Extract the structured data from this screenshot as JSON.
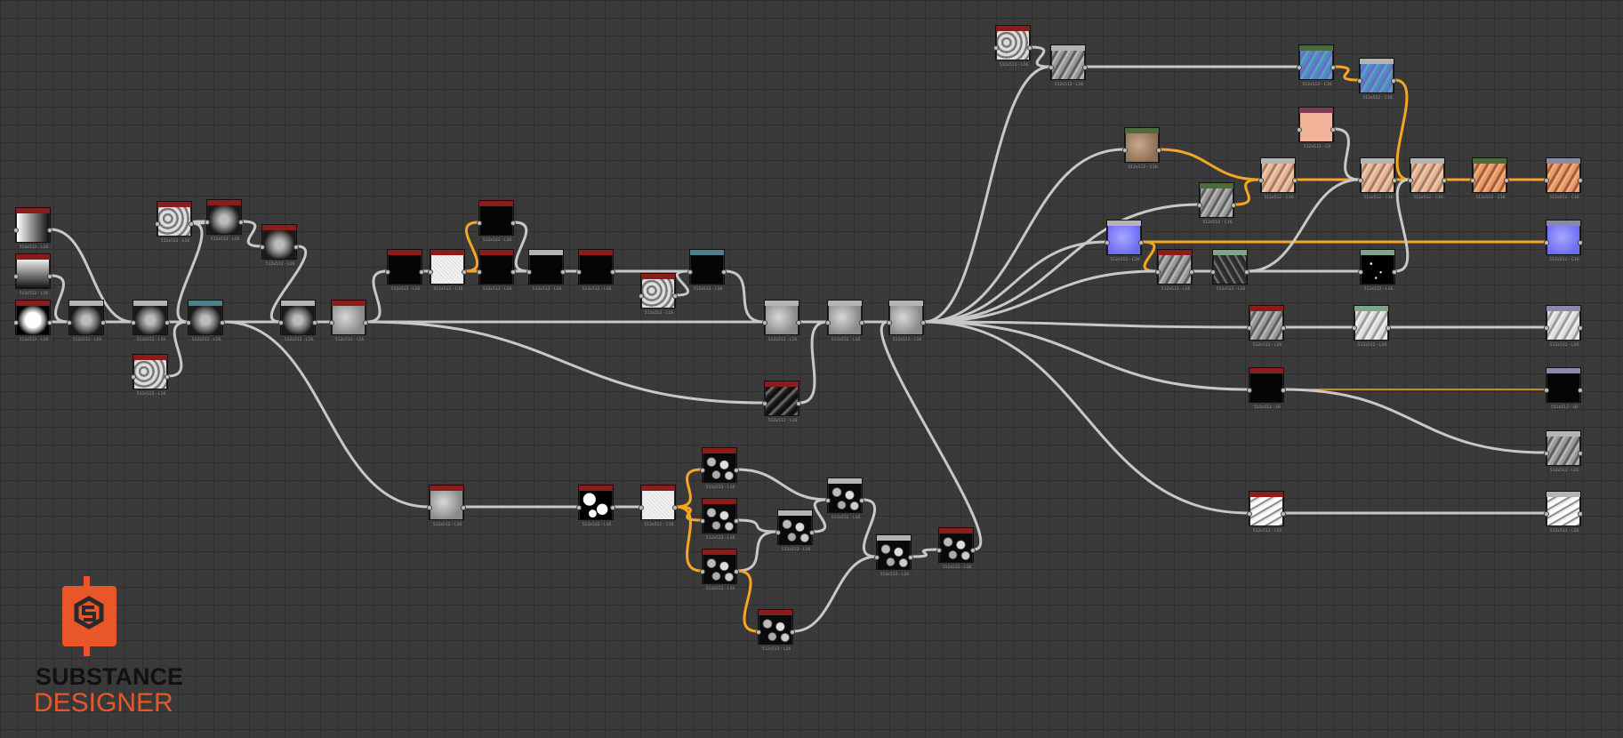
{
  "app": {
    "name_line1": "SUBSTANCE",
    "name_line2": "DESIGNER"
  },
  "colors": {
    "accent": "#e8562a",
    "wire": "#c8c8c8",
    "wire_active": "#f5a623",
    "hdr_red": "#8c1c1c",
    "hdr_gray": "#b4b4b4",
    "hdr_teal": "#4f7f8a",
    "hdr_green": "#4c6b3a",
    "hdr_mint": "#7fa488",
    "hdr_purple": "#8a8aa8",
    "hdr_rose": "#7a4050"
  },
  "nodes": [
    {
      "id": "n1",
      "label": "512x512 - L16",
      "hdr": "red",
      "thumb": "grad-h"
    },
    {
      "id": "n2",
      "label": "512x512 - L16",
      "hdr": "red",
      "thumb": "grad-v"
    },
    {
      "id": "n3",
      "label": "512x512 - L16",
      "hdr": "red",
      "thumb": "blob-white"
    },
    {
      "id": "n4",
      "label": "512x512 - L16",
      "hdr": "gray",
      "thumb": "blob-gray"
    },
    {
      "id": "n5",
      "label": "512x512 - L16",
      "hdr": "gray",
      "thumb": "blob-gray"
    },
    {
      "id": "n6",
      "label": "512x512 - L16",
      "hdr": "teal",
      "thumb": "blob-gray"
    },
    {
      "id": "n7",
      "label": "512x512 - L16",
      "hdr": "red",
      "thumb": "noise"
    },
    {
      "id": "n8",
      "label": "512x512 - L16",
      "hdr": "red",
      "thumb": "noise"
    },
    {
      "id": "n9",
      "label": "512x512 - L16",
      "hdr": "red",
      "thumb": "blob-gray"
    },
    {
      "id": "n10",
      "label": "512x512 - L16",
      "hdr": "red",
      "thumb": "blob-gray"
    },
    {
      "id": "n11",
      "label": "512x512 - L16",
      "hdr": "gray",
      "thumb": "blob-gray"
    },
    {
      "id": "n12",
      "label": "512x512 - L16",
      "hdr": "red",
      "thumb": "cloud"
    },
    {
      "id": "n13",
      "label": "512x512 - L16",
      "hdr": "red",
      "thumb": "black"
    },
    {
      "id": "n14",
      "label": "512x512 - C16",
      "hdr": "red",
      "thumb": "white"
    },
    {
      "id": "n15",
      "label": "512x512 - L16",
      "hdr": "red",
      "thumb": "black"
    },
    {
      "id": "n16",
      "label": "512x512 - L16",
      "hdr": "red",
      "thumb": "black"
    },
    {
      "id": "n17",
      "label": "512x512 - L16",
      "hdr": "gray",
      "thumb": "black"
    },
    {
      "id": "n18",
      "label": "512x512 - L16",
      "hdr": "red",
      "thumb": "black"
    },
    {
      "id": "n19",
      "label": "512x512 - L16",
      "hdr": "red",
      "thumb": "noise"
    },
    {
      "id": "n20",
      "label": "512x512 - L16",
      "hdr": "teal",
      "thumb": "black"
    },
    {
      "id": "n21",
      "label": "512x512 - L16",
      "hdr": "gray",
      "thumb": "cloud"
    },
    {
      "id": "n22",
      "label": "512x512 - L16",
      "hdr": "gray",
      "thumb": "cloud"
    },
    {
      "id": "n23",
      "label": "512x512 - L16",
      "hdr": "gray",
      "thumb": "cloud"
    },
    {
      "id": "n24",
      "label": "512x512 - L16",
      "hdr": "red",
      "thumb": "rock-dark"
    },
    {
      "id": "n25",
      "label": "512x512 - L16",
      "hdr": "red",
      "thumb": "cloud"
    },
    {
      "id": "n26",
      "label": "512x512 - L16",
      "hdr": "red",
      "thumb": "spots"
    },
    {
      "id": "n27",
      "label": "512x512 - C16",
      "hdr": "red",
      "thumb": "white"
    },
    {
      "id": "n28",
      "label": "512x512 - L16",
      "hdr": "red",
      "thumb": "rocks"
    },
    {
      "id": "n29",
      "label": "512x512 - L16",
      "hdr": "red",
      "thumb": "rocks"
    },
    {
      "id": "n30",
      "label": "512x512 - L16",
      "hdr": "red",
      "thumb": "rocks"
    },
    {
      "id": "n31",
      "label": "512x512 - L16",
      "hdr": "gray",
      "thumb": "rocks"
    },
    {
      "id": "n32",
      "label": "512x512 - L16",
      "hdr": "gray",
      "thumb": "rocks"
    },
    {
      "id": "n33",
      "label": "512x512 - L16",
      "hdr": "gray",
      "thumb": "rocks"
    },
    {
      "id": "n34",
      "label": "512x512 - L16",
      "hdr": "red",
      "thumb": "rocks"
    },
    {
      "id": "n35",
      "label": "512x512 - L16",
      "hdr": "red",
      "thumb": "rocks"
    },
    {
      "id": "n36",
      "label": "512x512 - L16",
      "hdr": "red",
      "thumb": "noise"
    },
    {
      "id": "n37",
      "label": "512x512 - L16",
      "hdr": "gray",
      "thumb": "rock-gray"
    },
    {
      "id": "n38",
      "label": "512x512 - C16",
      "hdr": "green",
      "thumb": "tan"
    },
    {
      "id": "n39",
      "label": "512x512 - C16",
      "hdr": "green",
      "thumb": "blue-rock"
    },
    {
      "id": "n40",
      "label": "512x512 - C16",
      "hdr": "gray",
      "thumb": "blue-rock"
    },
    {
      "id": "n41",
      "label": "512x512 - C8",
      "hdr": "rose",
      "thumb": "peach"
    },
    {
      "id": "n42",
      "label": "512x512 - C16",
      "hdr": "green",
      "thumb": "rock-gray"
    },
    {
      "id": "n43",
      "label": "512x512 - C16",
      "hdr": "gray",
      "thumb": "peach-rock"
    },
    {
      "id": "n44",
      "label": "512x512 - C16",
      "hdr": "gray",
      "thumb": "peach-rock"
    },
    {
      "id": "n45",
      "label": "512x512 - C16",
      "hdr": "gray",
      "thumb": "peach-rock"
    },
    {
      "id": "n46",
      "label": "512x512 - C16",
      "hdr": "green",
      "thumb": "orange-rock"
    },
    {
      "id": "n47",
      "label": "512x512 - C16",
      "hdr": "purple",
      "thumb": "orange-rock"
    },
    {
      "id": "n48",
      "label": "512x512 - C16",
      "hdr": "gray",
      "thumb": "normal"
    },
    {
      "id": "n49",
      "label": "512x512 - C16",
      "hdr": "purple",
      "thumb": "normal"
    },
    {
      "id": "n50",
      "label": "512x512 - L16",
      "hdr": "red",
      "thumb": "rock-gray"
    },
    {
      "id": "n51",
      "label": "512x512 - L16",
      "hdr": "mint",
      "thumb": "rock-dark2"
    },
    {
      "id": "n52",
      "label": "512x512 - L16",
      "hdr": "mint",
      "thumb": "speck"
    },
    {
      "id": "n53",
      "label": "512x512 - L16",
      "hdr": "red",
      "thumb": "rock-gray"
    },
    {
      "id": "n54",
      "label": "512x512 - L16",
      "hdr": "mint",
      "thumb": "rock-light"
    },
    {
      "id": "n55",
      "label": "512x512 - L16",
      "hdr": "purple",
      "thumb": "rock-light"
    },
    {
      "id": "n56",
      "label": "512x512 - L8",
      "hdr": "red",
      "thumb": "black"
    },
    {
      "id": "n57",
      "label": "512x512 - L8",
      "hdr": "purple",
      "thumb": "black"
    },
    {
      "id": "n58",
      "label": "512x512 - L16",
      "hdr": "gray",
      "thumb": "rock-gray"
    },
    {
      "id": "n59",
      "label": "512x512 - L16",
      "hdr": "red",
      "thumb": "rock-white"
    },
    {
      "id": "n60",
      "label": "512x512 - L16",
      "hdr": "gray",
      "thumb": "rock-white"
    }
  ]
}
